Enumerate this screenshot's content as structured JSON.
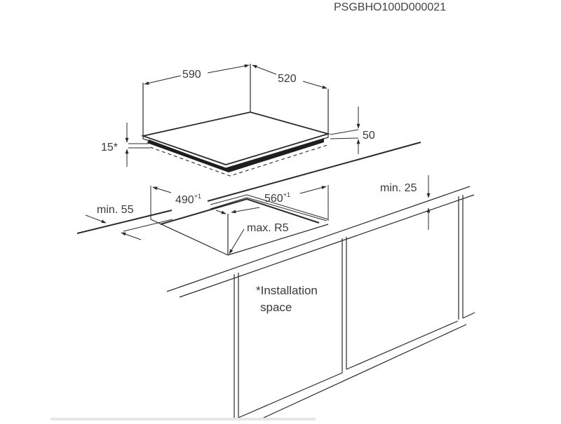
{
  "diagram": {
    "code": "PSGBHO100D000021",
    "hob": {
      "width": "590",
      "depth": "520",
      "height": "50",
      "installation_gap": "15*"
    },
    "cutout": {
      "width": "560",
      "width_tolerance": "+1",
      "depth": "490",
      "depth_tolerance": "+1",
      "corner_radius": "max. R5"
    },
    "clearances": {
      "front_edge": "min. 55",
      "worktop_thickness": "min. 25"
    },
    "note": {
      "line1": "*Installation",
      "line2": "space"
    },
    "colors": {
      "line": "#2a2a2a",
      "text": "#3a3a3a",
      "background": "#ffffff"
    }
  }
}
